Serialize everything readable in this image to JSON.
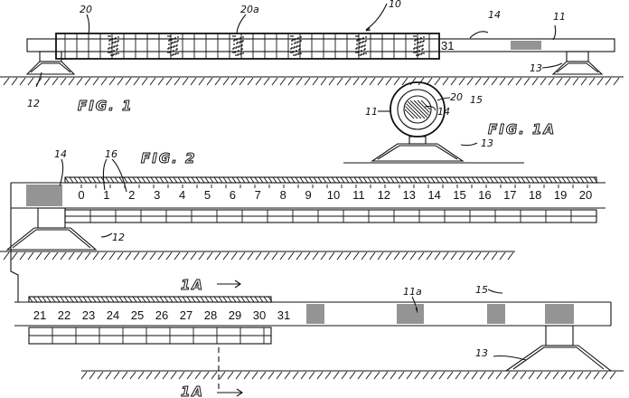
{
  "figures": {
    "fig1": "FIG. 1",
    "fig1a": "FIG. 1A",
    "fig2": "FIG. 2"
  },
  "refs": {
    "r10": "10",
    "r11": "11",
    "r11a": "11a",
    "r12": "12",
    "r13": "13",
    "r14": "14",
    "r15": "15",
    "r16": "16",
    "r20": "20",
    "r20a": "20a",
    "r31": "31"
  },
  "section_marks": {
    "upper": "1A",
    "lower": "1A"
  },
  "scale_upper": [
    "0",
    "1",
    "2",
    "3",
    "4",
    "5",
    "6",
    "7",
    "8",
    "9",
    "10",
    "11",
    "12",
    "13",
    "14",
    "15",
    "16",
    "17",
    "18",
    "19",
    "20"
  ],
  "scale_lower": [
    "21",
    "22",
    "23",
    "24",
    "25",
    "26",
    "27",
    "28",
    "29",
    "30",
    "31"
  ]
}
